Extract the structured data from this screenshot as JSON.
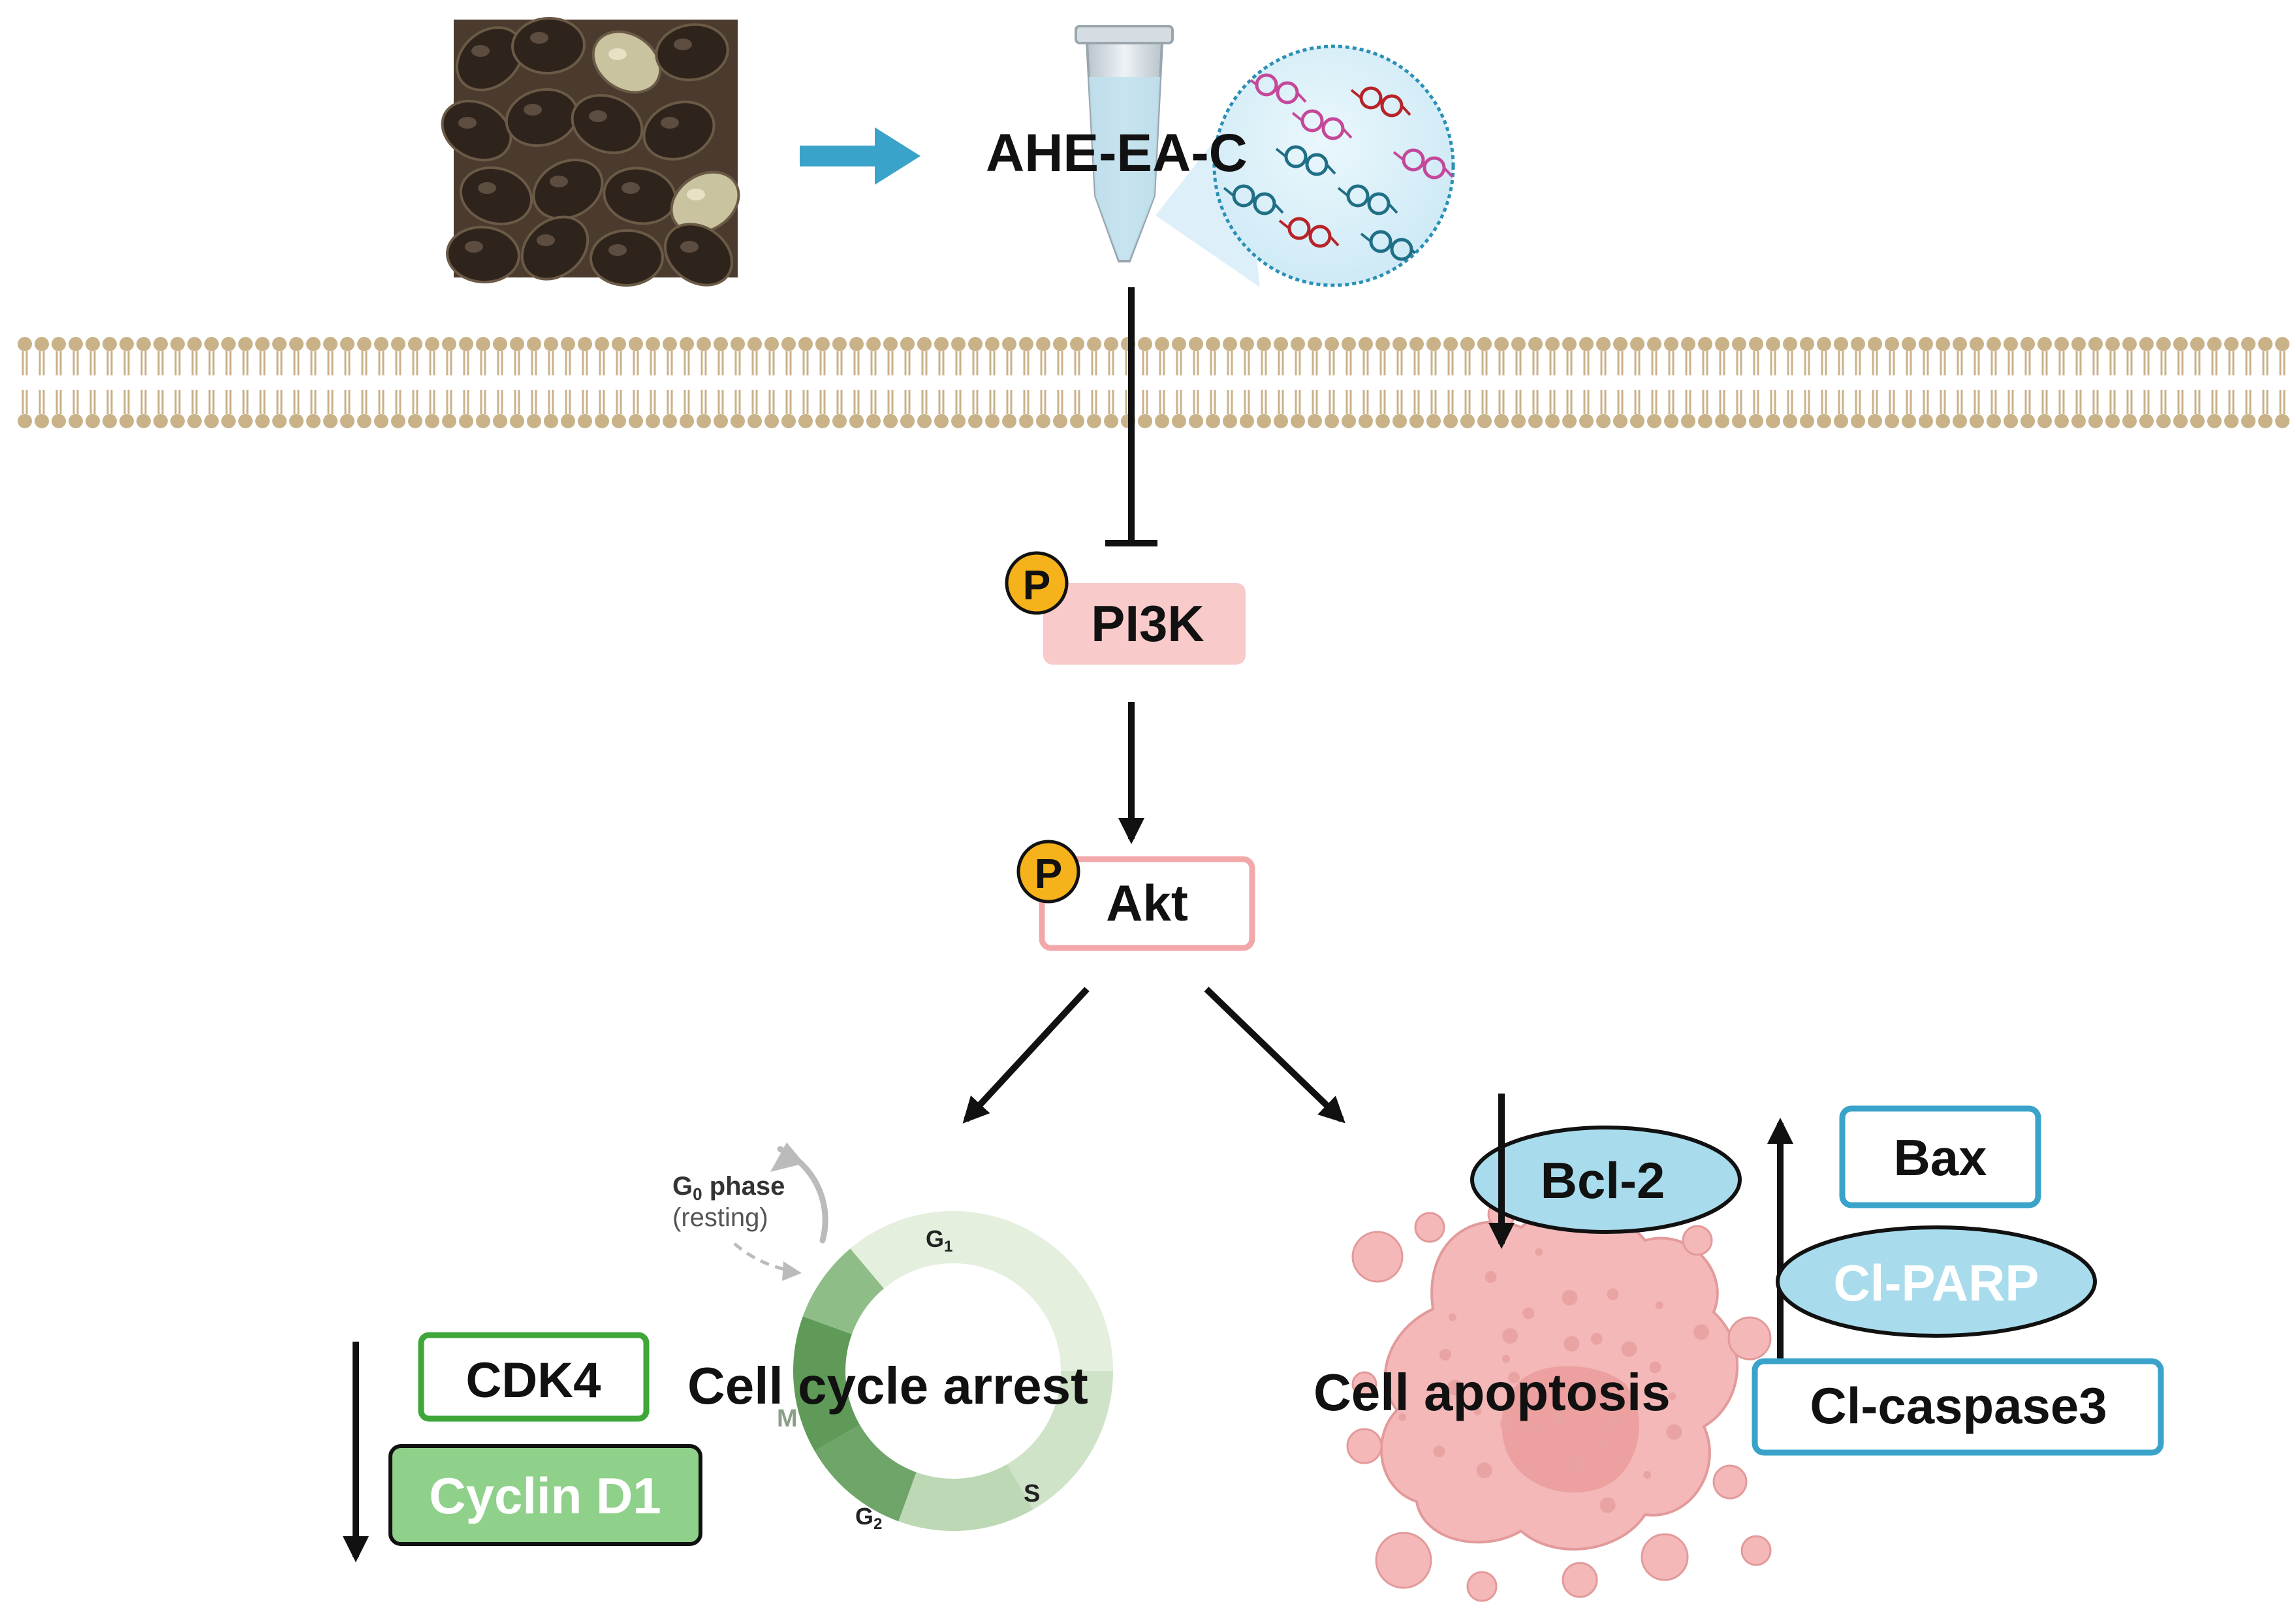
{
  "compound": {
    "label": "AHE-EA-C"
  },
  "pathway": {
    "pi3k": {
      "label": "PI3K",
      "phospho": "P"
    },
    "akt": {
      "label": "Akt",
      "phospho": "P"
    }
  },
  "cell_cycle": {
    "title": "Cell cycle arrest",
    "g0_main": "G",
    "g0_sub": "0",
    "g0_suffix": " phase",
    "g0_note": "(resting)",
    "g1_main": "G",
    "g1_sub": "1",
    "s_phase": "S",
    "g2_main": "G",
    "g2_sub": "2",
    "m_phase": "M",
    "markers": [
      {
        "label": "CDK4",
        "direction": "down"
      },
      {
        "label": "Cyclin D1",
        "direction": "down"
      }
    ]
  },
  "apoptosis": {
    "title": "Cell apoptosis",
    "down_markers": [
      {
        "label": "Bcl-2"
      }
    ],
    "up_markers": [
      {
        "label": "Bax"
      },
      {
        "label": "Cl-PARP"
      },
      {
        "label": "Cl-caspase3"
      }
    ]
  },
  "colors": {
    "membrane": "#c9b288",
    "arrow_blue": "#3aa3c9",
    "pi3k_fill": "#f8caca",
    "akt_border": "#f2a8a8",
    "phospho": "#f5b21a",
    "green_border": "#3fa63a",
    "cyclin_fill": "#8fd18a",
    "blue_border": "#3aa3c9",
    "blue_fill": "#a8dcec",
    "cell_pink": "#f4b8b8"
  }
}
